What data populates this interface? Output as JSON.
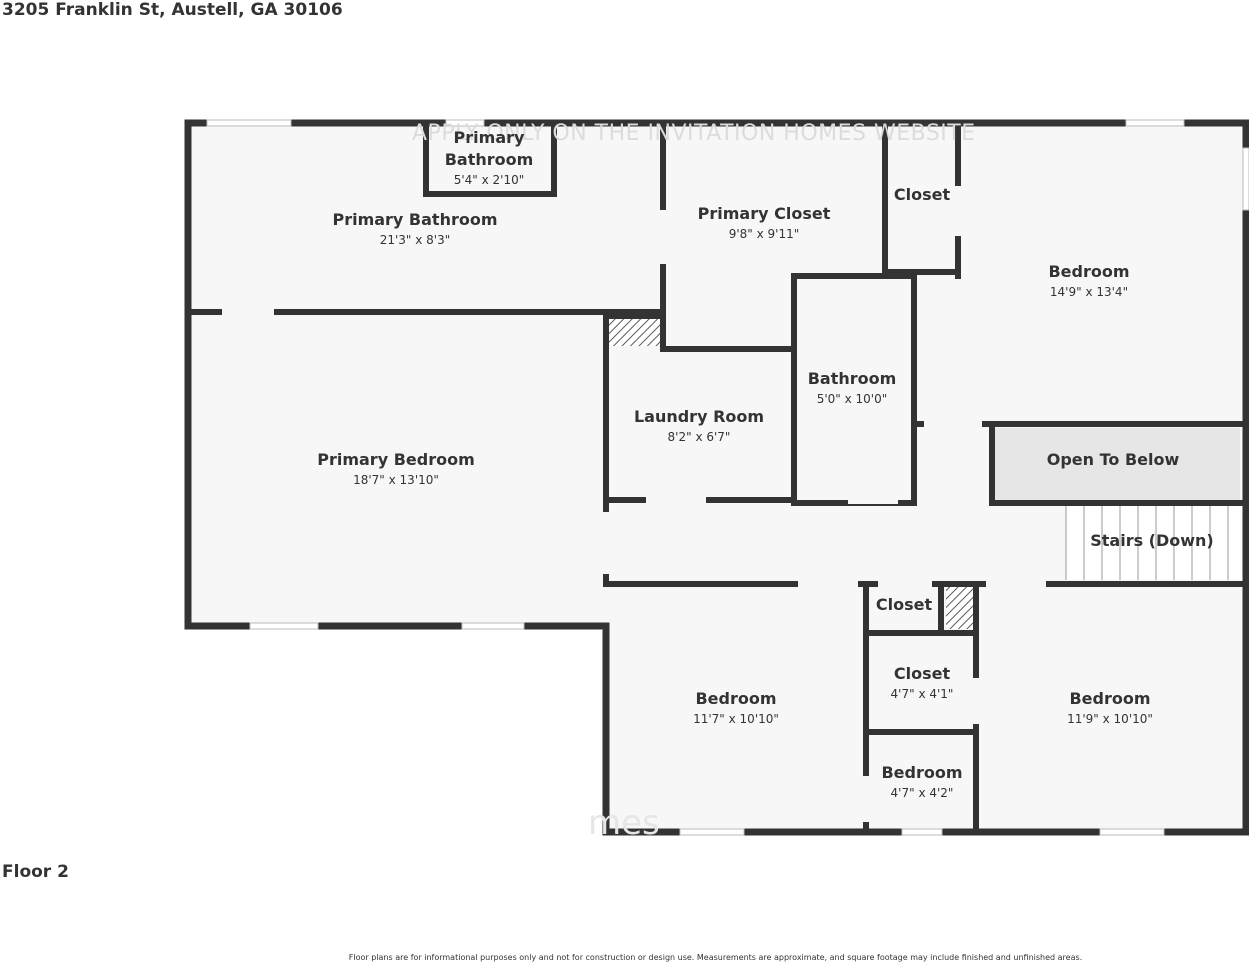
{
  "header": {
    "address": "3205 Franklin St, Austell, GA 30106"
  },
  "watermark": {
    "text": "APPLY ONLY ON THE INVITATION HOMES WEBSITE",
    "brand": "mes"
  },
  "floor": {
    "label": "Floor 2"
  },
  "rooms": {
    "primary_bathroom_small": {
      "name_line1": "Primary",
      "name_line2": "Bathroom",
      "dims": "5'4\" x 2'10\""
    },
    "primary_bathroom": {
      "name": "Primary Bathroom",
      "dims": "21'3\" x 8'3\""
    },
    "primary_closet": {
      "name": "Primary Closet",
      "dims": "9'8\" x 9'11\""
    },
    "closet_top": {
      "name": "Closet"
    },
    "bedroom_top_right": {
      "name": "Bedroom",
      "dims": "14'9\" x 13'4\""
    },
    "laundry_room": {
      "name": "Laundry Room",
      "dims": "8'2\" x 6'7\""
    },
    "bathroom": {
      "name": "Bathroom",
      "dims": "5'0\" x 10'0\""
    },
    "open_to_below": {
      "name": "Open To Below"
    },
    "stairs_down": {
      "name": "Stairs (Down)"
    },
    "primary_bedroom": {
      "name": "Primary Bedroom",
      "dims": "18'7\" x 13'10\""
    },
    "bedroom_bottom_left": {
      "name": "Bedroom",
      "dims": "11'7\" x 10'10\""
    },
    "closet_small": {
      "name": "Closet"
    },
    "closet_mid": {
      "name": "Closet",
      "dims": "4'7\" x 4'1\""
    },
    "bedroom_small": {
      "name": "Bedroom",
      "dims": "4'7\" x 4'2\""
    },
    "bedroom_bottom_right": {
      "name": "Bedroom",
      "dims": "11'9\" x 10'10\""
    }
  },
  "footer": {
    "disclaimer": "Floor plans are for informational purposes only and not for construction or design use. Measurements are approximate, and square footage may include finished and unfinished areas."
  },
  "colors": {
    "wall": "#333333",
    "room_fill": "#f7f7f7",
    "open_below_fill": "#e6e6e6",
    "window": "#ffffff"
  }
}
